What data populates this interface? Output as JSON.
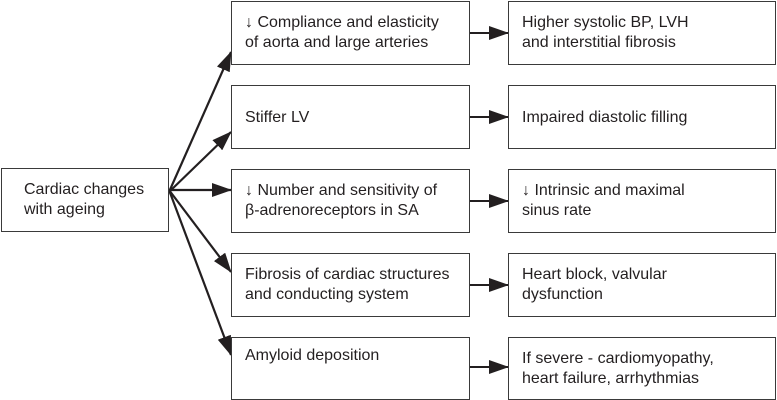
{
  "diagram": {
    "root": {
      "label": "Cardiac changes\nwith ageing"
    },
    "rows": [
      {
        "change": {
          "prefix_icon": "down-arrow",
          "label": "↓ Compliance and elasticity\nof aorta and large arteries"
        },
        "effect": {
          "label": "Higher systolic BP, LVH\nand interstitial fibrosis"
        }
      },
      {
        "change": {
          "label": "Stiffer LV"
        },
        "effect": {
          "label": "Impaired diastolic filling"
        }
      },
      {
        "change": {
          "prefix_icon": "down-arrow",
          "label": "↓ Number and sensitivity of\nβ-adrenoreceptors in SA"
        },
        "effect": {
          "prefix_icon": "down-arrow",
          "label": "↓ Intrinsic and maximal\nsinus rate"
        }
      },
      {
        "change": {
          "label": "Fibrosis of cardiac structures\nand conducting system"
        },
        "effect": {
          "label": "Heart block, valvular\ndysfunction"
        }
      },
      {
        "change": {
          "label": "Amyloid deposition"
        },
        "effect": {
          "label": "If severe - cardiomyopathy,\nheart failure, arrhythmias"
        }
      }
    ],
    "colors": {
      "line": "#231f20",
      "border": "#3a3a3a",
      "background": "#ffffff"
    }
  }
}
